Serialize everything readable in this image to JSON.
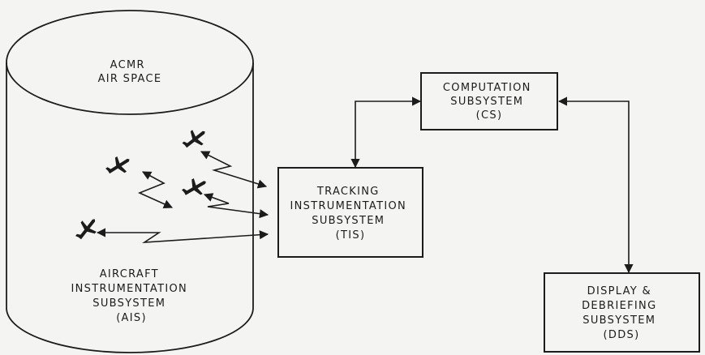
{
  "cylinder": {
    "top_label": [
      "ACMR",
      "AIR SPACE"
    ],
    "bottom_label": [
      "AIRCRAFT",
      "INSTRUMENTATION",
      "SUBSYSTEM",
      "(AIS)"
    ]
  },
  "boxes": {
    "cs": [
      "COMPUTATION",
      "SUBSYSTEM",
      "(CS)"
    ],
    "tis": [
      "TRACKING",
      "INSTRUMENTATION",
      "SUBSYSTEM",
      "(TIS)"
    ],
    "dds": [
      "DISPLAY &",
      "DEBRIEFING",
      "SUBSYSTEM",
      "(DDS)"
    ]
  },
  "aircraft_count": 4,
  "colors": {
    "ink": "#1c1c1c",
    "paper": "#f4f4f2"
  }
}
